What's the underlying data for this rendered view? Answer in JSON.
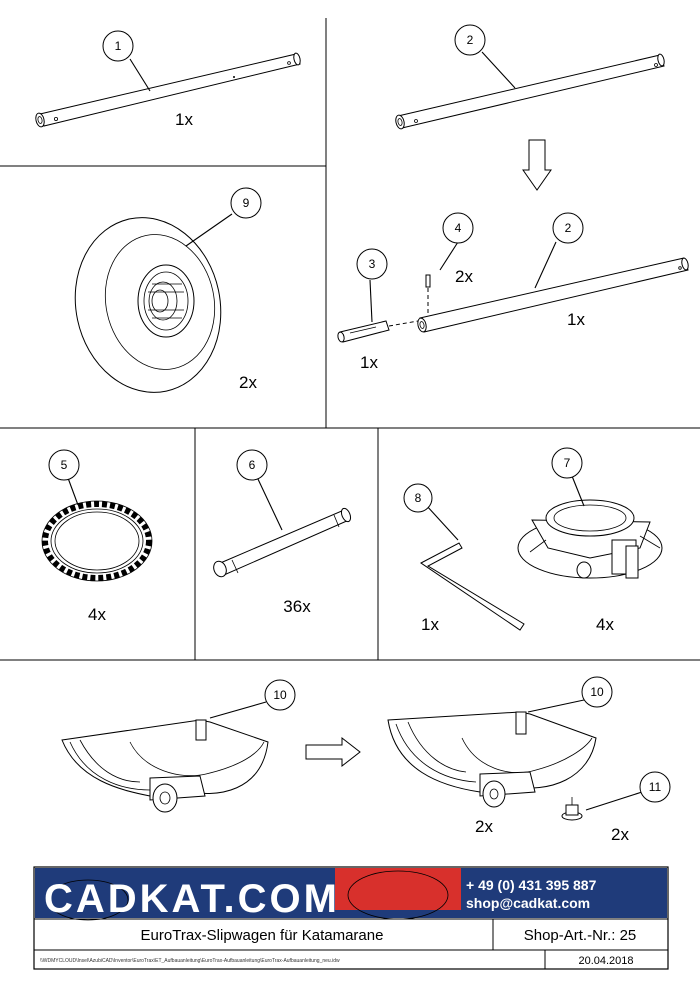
{
  "parts": [
    {
      "id": "p1",
      "num": "1",
      "qty": "1x"
    },
    {
      "id": "p2",
      "num": "2"
    },
    {
      "id": "p2b",
      "num": "2",
      "qty": "1x"
    },
    {
      "id": "p3",
      "num": "3",
      "qty": "1x"
    },
    {
      "id": "p4",
      "num": "4",
      "qty": "2x"
    },
    {
      "id": "p9",
      "num": "9",
      "qty": "2x"
    },
    {
      "id": "p5",
      "num": "5",
      "qty": "4x"
    },
    {
      "id": "p6",
      "num": "6",
      "qty": "36x"
    },
    {
      "id": "p8",
      "num": "8",
      "qty": "1x"
    },
    {
      "id": "p7",
      "num": "7",
      "qty": "4x"
    },
    {
      "id": "p10a",
      "num": "10"
    },
    {
      "id": "p10b",
      "num": "10",
      "qty": "2x"
    },
    {
      "id": "p11",
      "num": "11",
      "qty": "2x"
    }
  ],
  "titleblock": {
    "logo_text": "CADKAT.COM",
    "phone": "+ 49 (0) 431 395 887",
    "email": "shop@cadkat.com",
    "title": "EuroTrax-Slipwagen für Katamarane",
    "article": "Shop-Art.-Nr.: 25",
    "file_path": "\\\\WDMYCLOUD\\Insel\\AzubiCAD\\Inventor\\EuroTrax\\ET_Aufbauanleitung\\EuroTrax-Aufbauanleitung\\EuroTrax-Aufbauanleitung_neu.idw",
    "date": "20.04.2018"
  },
  "colors": {
    "logo_bg": "#1f3b7a",
    "logo_red": "#d8302c",
    "line": "#000000"
  }
}
